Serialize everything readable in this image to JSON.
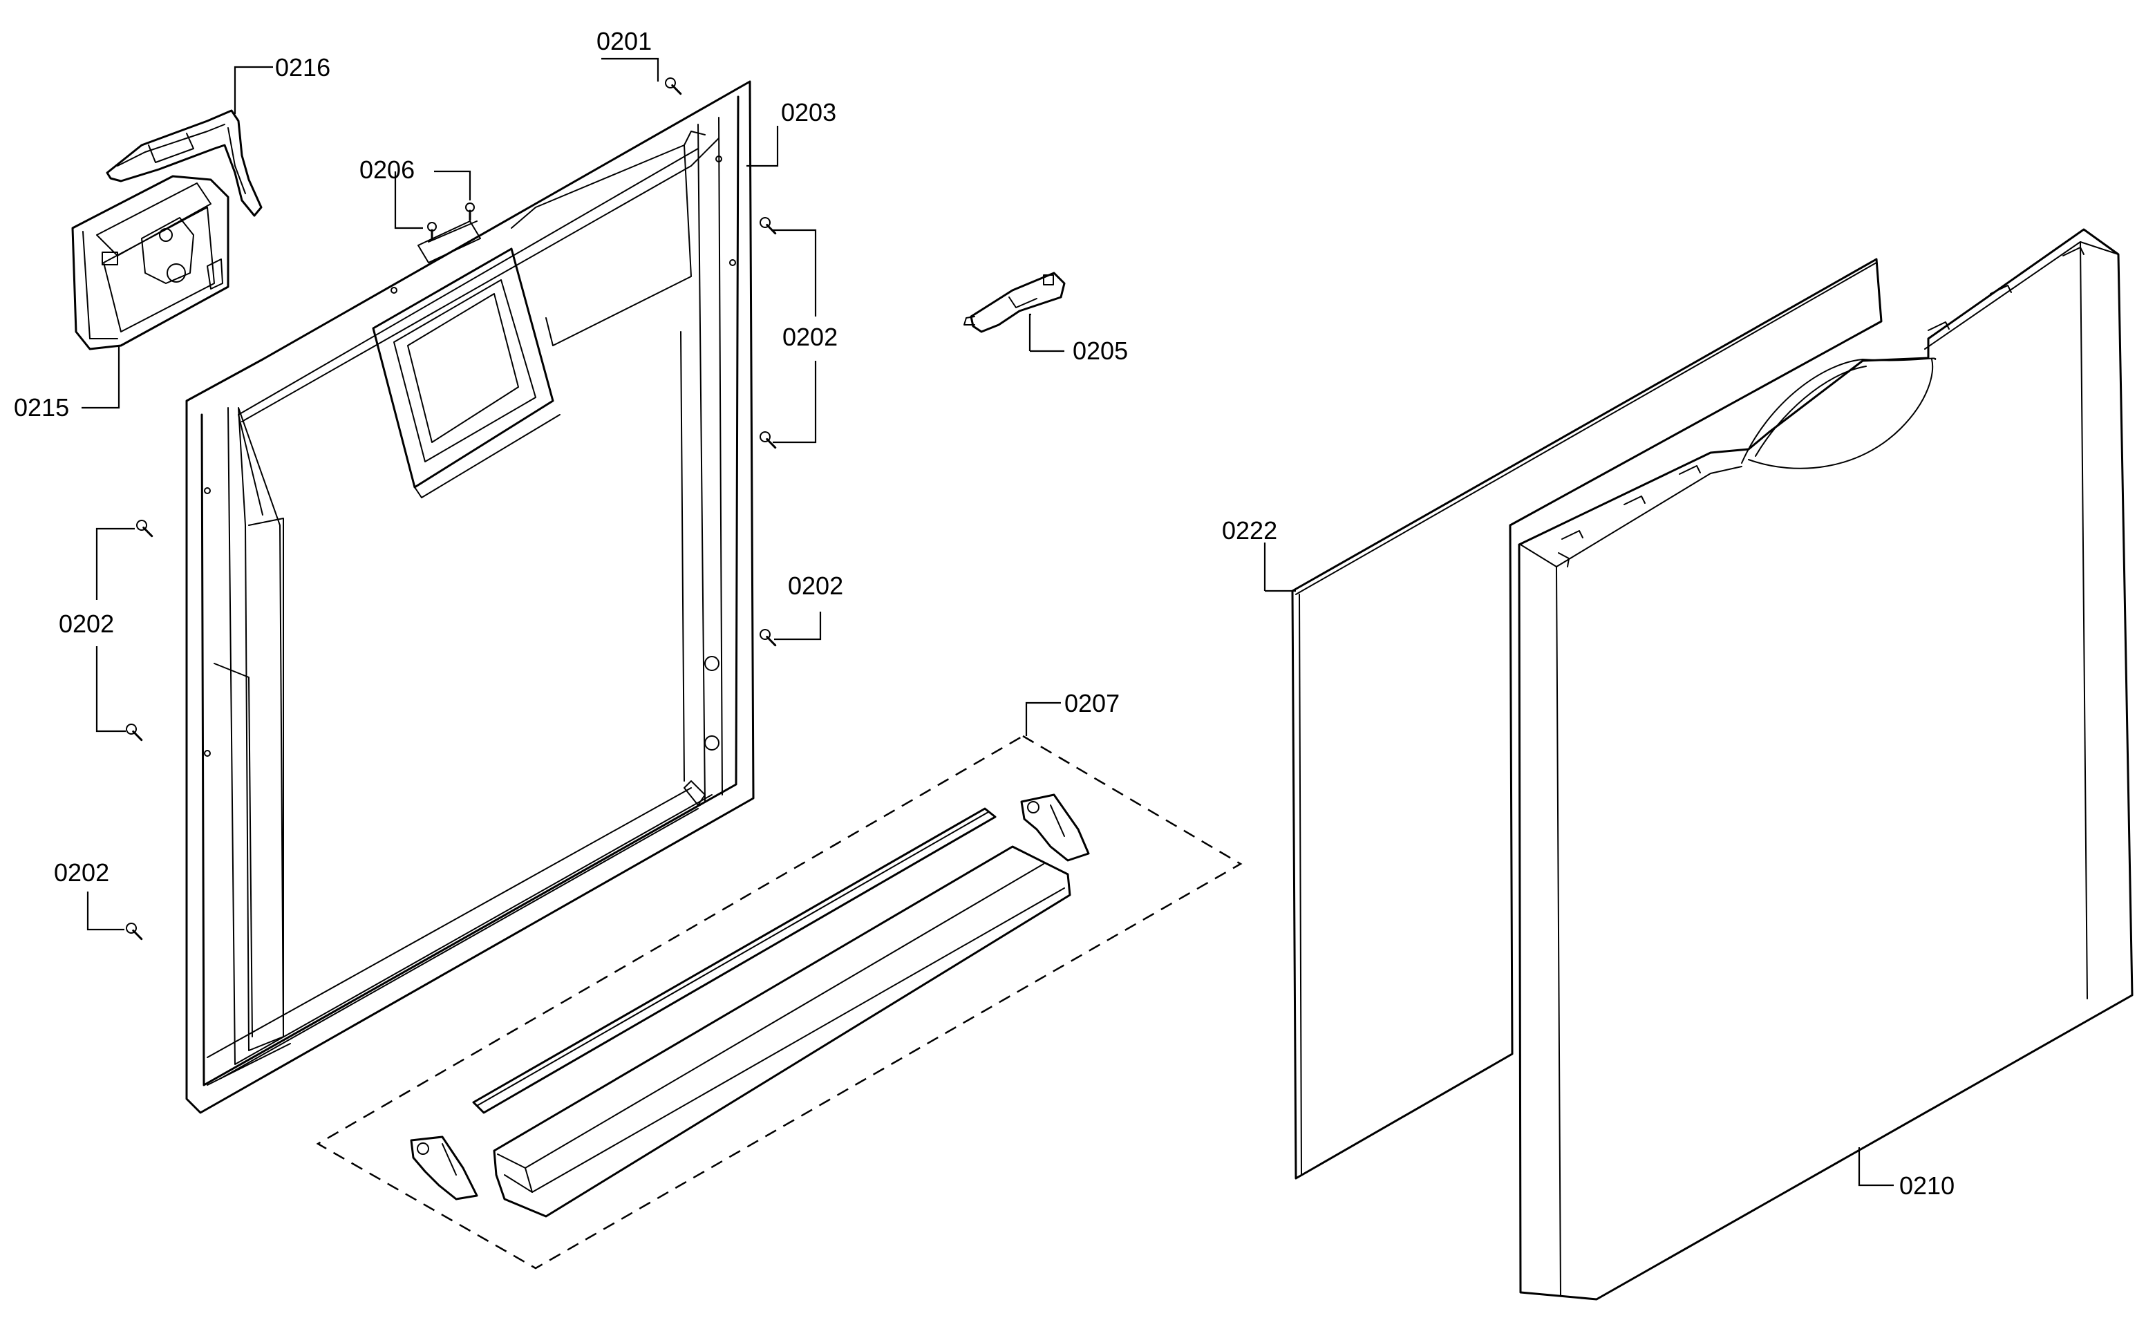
{
  "callouts": {
    "p0201": "0201",
    "p0216": "0216",
    "p0203": "0203",
    "p0206": "0206",
    "p0202_right_upper": "0202",
    "p0205": "0205",
    "p0215": "0215",
    "p0222": "0222",
    "p0202_left_middle": "0202",
    "p0202_right_lower": "0202",
    "p0207": "0207",
    "p0202_left_lower": "0202",
    "p0210": "0210"
  }
}
